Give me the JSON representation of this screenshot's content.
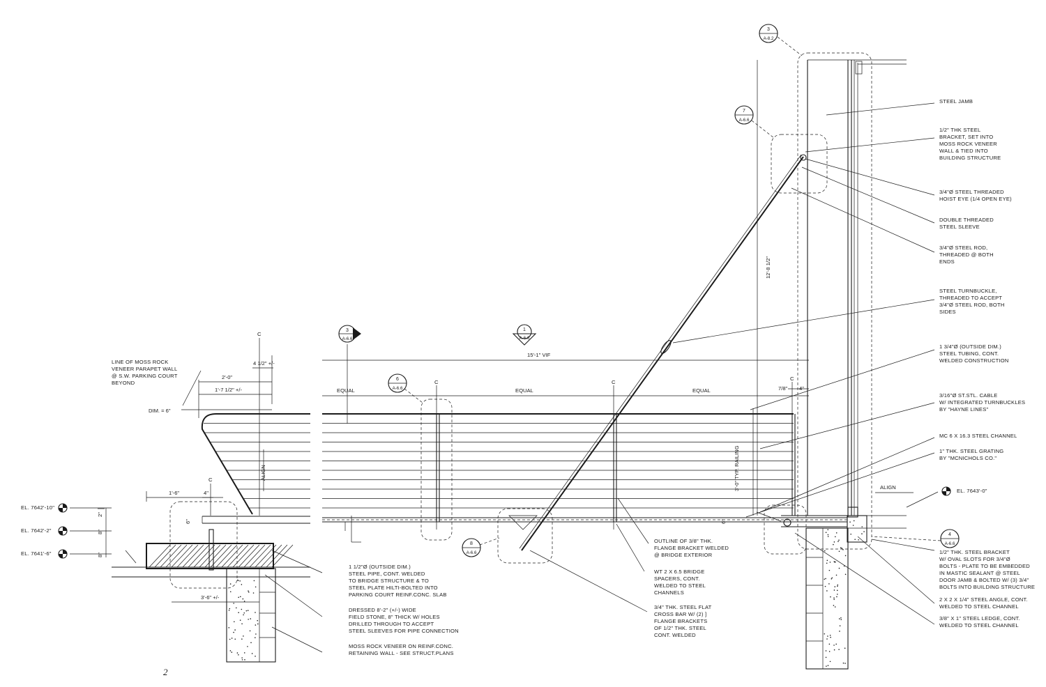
{
  "callouts": {
    "steel_jamb": [
      "STEEL JAMB"
    ],
    "bracket_half": [
      "1/2\" THK STEEL",
      "BRACKET, SET INTO",
      "MOSS ROCK VENEER",
      "WALL & TIED INTO",
      "BUILDING STRUCTURE"
    ],
    "hoist_eye": [
      "3/4\"Ø  STEEL THREADED",
      "HOIST EYE (1/4 OPEN EYE)"
    ],
    "sleeve": [
      "DOUBLE THREADED",
      "STEEL SLEEVE"
    ],
    "rod": [
      "3/4\"Ø STEEL ROD,",
      "THREADED @ BOTH",
      "ENDS"
    ],
    "turnbuckle": [
      "STEEL TURNBUCKLE,",
      "THREADED TO ACCEPT",
      "3/4\"Ø STEEL ROD, BOTH",
      "SIDES"
    ],
    "tubing": [
      "1 3/4\"Ø (OUTSIDE DIM.)",
      "STEEL TUBING, CONT.",
      "WELDED CONSTRUCTION"
    ],
    "cable": [
      "3/16\"Ø ST.STL. CABLE",
      "W/ INTEGRATED TURNBUCKLES",
      "BY \"HAYNE LINES\""
    ],
    "channel": [
      "MC 6 X 16.3 STEEL CHANNEL"
    ],
    "grating": [
      "1\" THK. STEEL GRATING",
      "BY \"MCNICHOLS CO.\""
    ],
    "steel_bracket": [
      "1/2\" THK. STEEL BRACKET",
      "W/ OVAL SLOTS FOR 3/4\"Ø",
      "BOLTS - PLATE TO BE EMBEDDED",
      "IN MASTIC SEALANT @ STEEL",
      "DOOR JAMB & BOLTED W/ (3) 3/4\"",
      "BOLTS INTO BUILDING STRUCTURE"
    ],
    "angle": [
      "2 X 2 X 1/4\"  STEEL ANGLE, CONT.",
      "WELDED TO STEEL CHANNEL"
    ],
    "ledge": [
      "3/8\" X 1\" STEEL LEDGE, CONT.",
      "WELDED TO STEEL CHANNEL"
    ],
    "flange": [
      "OUTLINE OF 3/8\" THK.",
      "FLANGE BRACKET WELDED",
      "@ BRIDGE EXTERIOR"
    ],
    "spacers": [
      "WT 2 X 6.5 BRIDGE",
      "SPACERS, CONT.",
      "WELDED TO STEEL",
      "CHANNELS"
    ],
    "crossbar": [
      "3/4\" THK. STEEL FLAT",
      "CROSS BAR W/ (2) ]",
      "FLANGE BRACKETS",
      "OF 1/2\" THK. STEEL",
      "CONT. WELDED"
    ],
    "pipe": [
      "1 1/2\"Ø (OUTSIDE DIM.)",
      "STEEL PIPE, CONT. WELDED",
      "TO BRIDGE STRUCTURE & TO",
      "STEEL PLATE HILTI-BOLTED INTO",
      "PARKING COURT REINF.CONC. SLAB"
    ],
    "stone": [
      "DRESSED 8'-2\" (+/-) WIDE",
      "FIELD STONE, 8\" THICK W/ HOLES",
      "DRILLED  THROUGH TO ACCEPT",
      "STEEL SLEEVES FOR PIPE CONNECTION"
    ],
    "veneer": [
      "MOSS ROCK VENEER ON REINF.CONC.",
      "RETAINING WALL - SEE STRUCT.PLANS"
    ],
    "moss_line": [
      "LINE OF MOSS ROCK",
      "VENEER PARAPET WALL",
      "@ S.W. PARKING COURT",
      "BEYOND"
    ]
  },
  "elevations": {
    "el1": "EL. 7642'-10\"",
    "el2": "EL. 7642'-2\"",
    "el3": "EL. 7641'-6\"",
    "el4": "EL. 7643'-0\""
  },
  "dims": {
    "span": "15'-1\" VIF",
    "equal": "EQUAL",
    "frac78": "7/8\"",
    "four": "4\"",
    "four_half": "4 1/2\" +/-",
    "two_zero": "2'-0\"",
    "one_seven": "1'-7 1/2\" +/-",
    "dim6": "DIM. = 6\"",
    "one_six": "1'-6\"",
    "three_six": "3'-6\" +/-",
    "six": "6\"",
    "eight": "8\"",
    "two": "2\"",
    "height": "12'-8 1/2\"",
    "railing": "3'-0\" TYP. RAILING",
    "align": "ALIGN",
    "cl": "C",
    "page": "2"
  },
  "tags": [
    {
      "num": "3",
      "sheet": "A-8.2"
    },
    {
      "num": "7",
      "sheet": "A-6.6"
    },
    {
      "num": "3",
      "sheet": "A-6.6"
    },
    {
      "num": "1",
      "sheet": "A-6.6"
    },
    {
      "num": "6",
      "sheet": "A-6.6"
    },
    {
      "num": "8",
      "sheet": "A-6.6"
    },
    {
      "num": "4",
      "sheet": "A-6.6"
    }
  ]
}
